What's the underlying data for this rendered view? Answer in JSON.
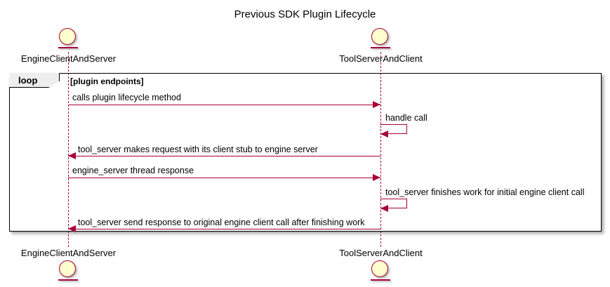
{
  "diagram": {
    "title": "Previous SDK Plugin Lifecycle",
    "type": "sequence-diagram",
    "colors": {
      "accent": "#A80036",
      "entity_fill": "#FEFECE",
      "frame_border": "#000000",
      "frame_tab_fill": "#EEEEEE",
      "background": "#FFFFFF",
      "text": "#000000"
    }
  },
  "participants": [
    {
      "id": "engine",
      "label": "EngineClientAndServer",
      "icon": "entity-icon"
    },
    {
      "id": "tool",
      "label": "ToolServerAndClient",
      "icon": "entity-icon"
    }
  ],
  "fragment": {
    "kind": "loop",
    "label": "loop",
    "guard": "[plugin endpoints]"
  },
  "messages": [
    {
      "index": 1,
      "text": "calls plugin lifecycle method",
      "from": "engine",
      "to": "tool",
      "direction": "right",
      "kind": "call"
    },
    {
      "index": 2,
      "text": "handle call",
      "from": "tool",
      "to": "tool",
      "direction": "self",
      "kind": "self-call"
    },
    {
      "index": 3,
      "text": "tool_server makes request with its client stub to engine server",
      "from": "tool",
      "to": "engine",
      "direction": "left",
      "kind": "call"
    },
    {
      "index": 4,
      "text": "engine_server thread response",
      "from": "engine",
      "to": "tool",
      "direction": "right",
      "kind": "call"
    },
    {
      "index": 5,
      "text": "tool_server finishes work for initial engine client call",
      "from": "tool",
      "to": "tool",
      "direction": "self",
      "kind": "self-call"
    },
    {
      "index": 6,
      "text": "tool_server send response to original engine client call after finishing work",
      "from": "tool",
      "to": "engine",
      "direction": "left",
      "kind": "call"
    }
  ],
  "footer_participants": [
    {
      "id": "engine",
      "label": "EngineClientAndServer"
    },
    {
      "id": "tool",
      "label": "ToolServerAndClient"
    }
  ]
}
